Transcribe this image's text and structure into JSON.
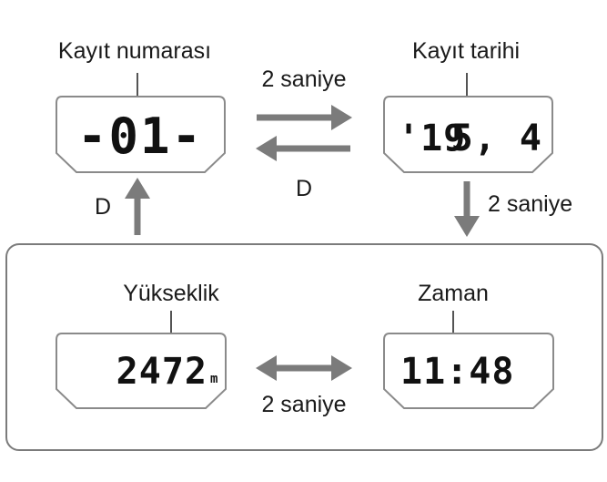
{
  "labels": {
    "record_number": "Kayıt numarası",
    "record_date": "Kayıt tarihi",
    "altitude": "Yükseklik",
    "time": "Zaman"
  },
  "displays": {
    "record_number": "-01-",
    "record_date_year": "'19",
    "record_date_day": "5, 4",
    "altitude_value": "2472",
    "altitude_unit": "m",
    "time_value": "11:48"
  },
  "transitions": {
    "number_to_date": "2 saniye",
    "date_to_number": "D",
    "date_to_time": "2 saniye",
    "altitude_to_number": "D",
    "altitude_time": "2 saniye"
  }
}
